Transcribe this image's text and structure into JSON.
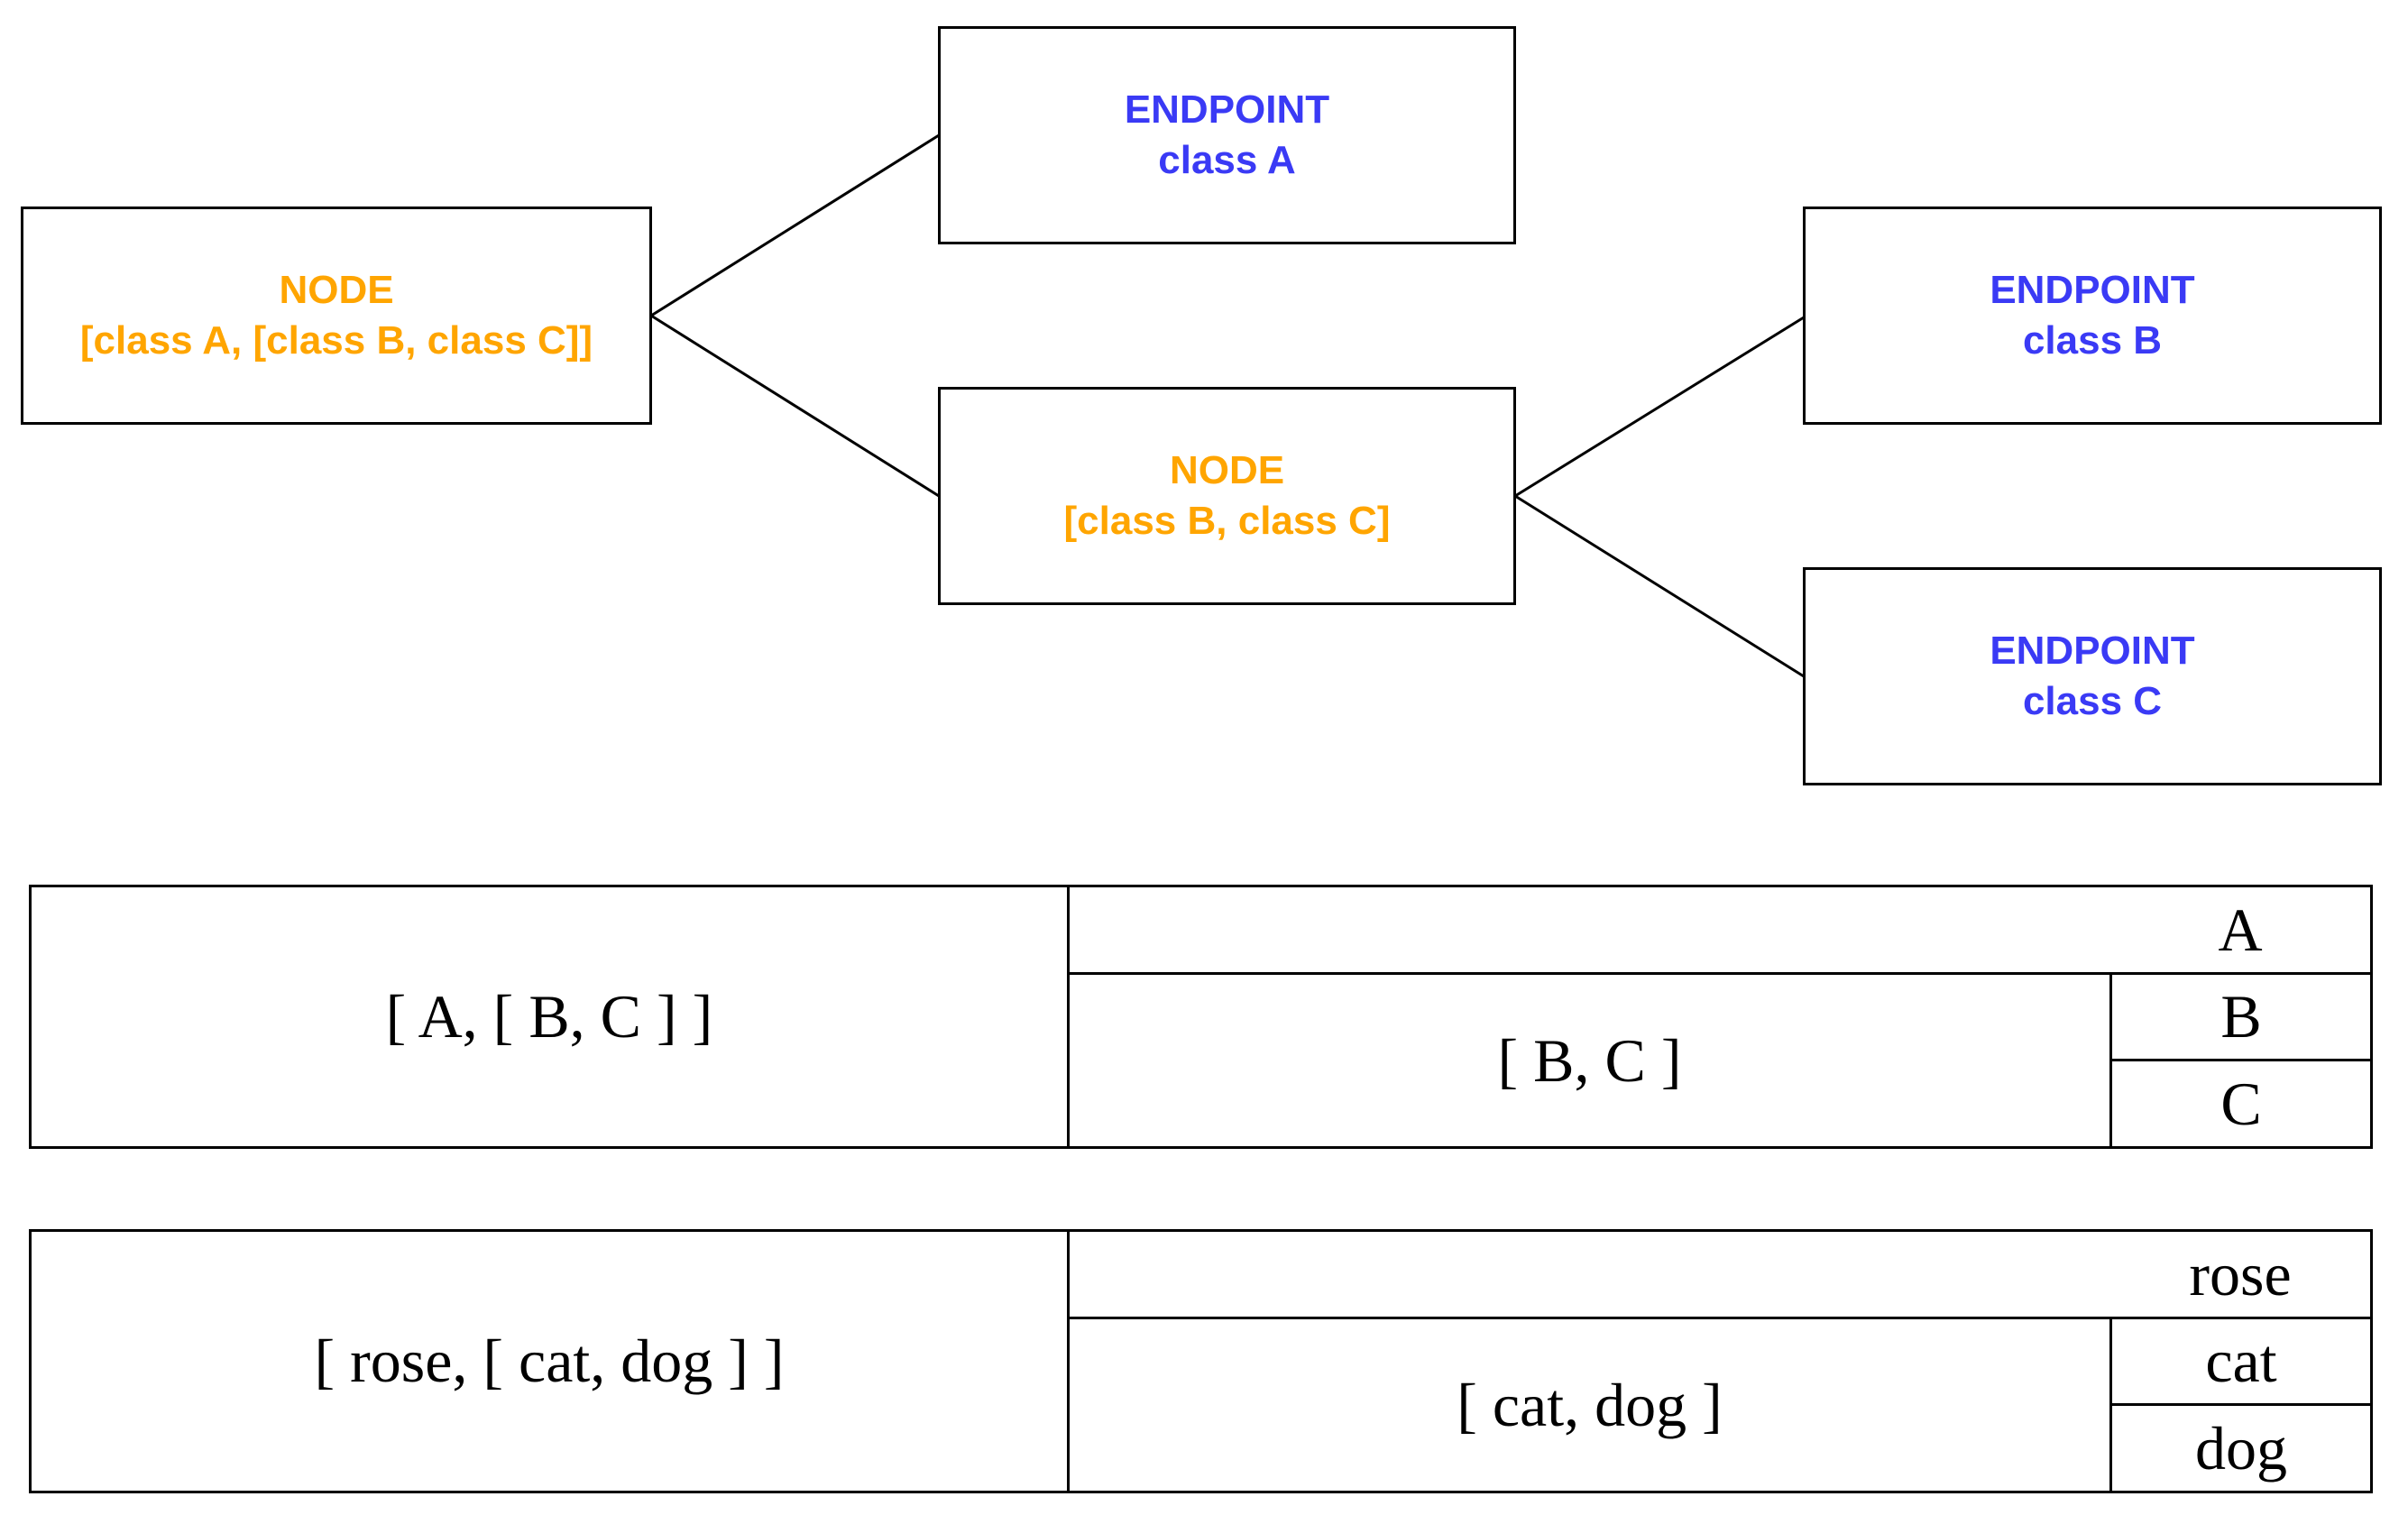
{
  "tree": {
    "root": {
      "title": "NODE",
      "subtitle": "[class A, [class B, class C]]"
    },
    "endpoint_a": {
      "title": "ENDPOINT",
      "subtitle": "class A"
    },
    "inner_node": {
      "title": "NODE",
      "subtitle": "[class B, class C]"
    },
    "endpoint_b": {
      "title": "ENDPOINT",
      "subtitle": "class B"
    },
    "endpoint_c": {
      "title": "ENDPOINT",
      "subtitle": "class C"
    },
    "colors": {
      "node": "#ffa500",
      "endpoint": "#3a3af5",
      "line": "#000000"
    }
  },
  "table_letters": {
    "outer": "[ A, [ B, C ] ]",
    "inner": "[ B, C ]",
    "leaf_a": "A",
    "leaf_b": "B",
    "leaf_c": "C"
  },
  "table_words": {
    "outer": "[ rose, [ cat, dog ] ]",
    "inner": "[ cat, dog ]",
    "leaf_a": "rose",
    "leaf_b": "cat",
    "leaf_c": "dog"
  }
}
